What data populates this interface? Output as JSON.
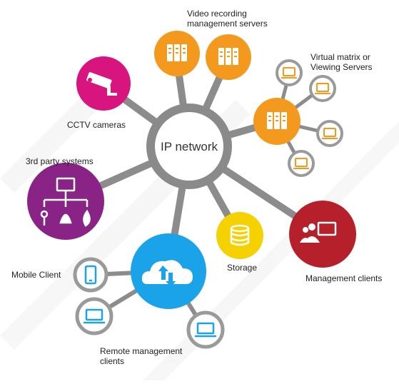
{
  "hub": {
    "label": "IP network"
  },
  "nodes": {
    "video_servers": {
      "label_line1": "Video recording",
      "label_line2": "management servers"
    },
    "virtual_matrix": {
      "label_line1": "Virtual matrix or",
      "label_line2": "Viewing Servers"
    },
    "cctv": {
      "label": "CCTV cameras"
    },
    "third_party": {
      "label": "3rd party systems"
    },
    "storage": {
      "label": "Storage"
    },
    "management_clients": {
      "label": "Management clients"
    },
    "mobile_client": {
      "label": "Mobile Client"
    },
    "remote_management": {
      "label_line1": "Remote management",
      "label_line2": "clients"
    }
  },
  "colors": {
    "hub_ring": "#8a8a8a",
    "connector": "#8c8c8c",
    "orange": "#f39a1e",
    "magenta": "#d8157e",
    "purple": "#8a2386",
    "yellow": "#f5d100",
    "red": "#b5202a",
    "blue": "#1aa3e8",
    "satellite_ring": "#9a9a9a"
  }
}
